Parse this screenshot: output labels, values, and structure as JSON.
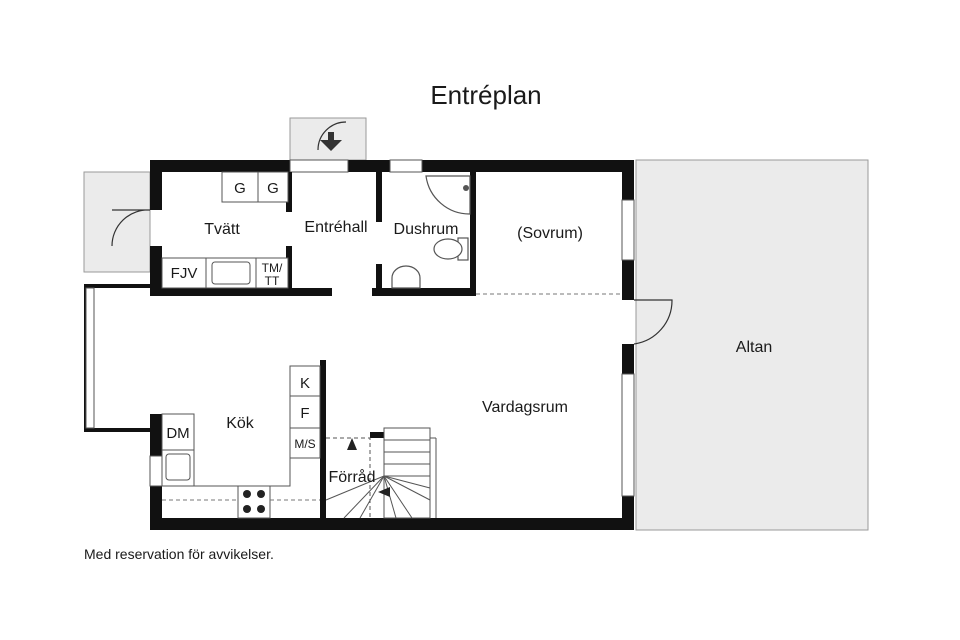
{
  "title": "Entréplan",
  "rooms": {
    "tvatt": "Tvätt",
    "entrehall": "Entréhall",
    "dushrum": "Dushrum",
    "sovrum": "(Sovrum)",
    "altan": "Altan",
    "kok": "Kök",
    "vardagsrum": "Vardagsrum",
    "forrad": "Förråd"
  },
  "fixtures": {
    "g1": "G",
    "g2": "G",
    "fjv": "FJV",
    "tm_line1": "TM/",
    "tm_line2": "TT",
    "k": "K",
    "f": "F",
    "ms": "M/S",
    "dm": "DM"
  },
  "disclaimer": "Med reservation för avvikelser.",
  "colors": {
    "wall": "#111111",
    "terrace": "#ebebeb",
    "line": "#555555"
  }
}
